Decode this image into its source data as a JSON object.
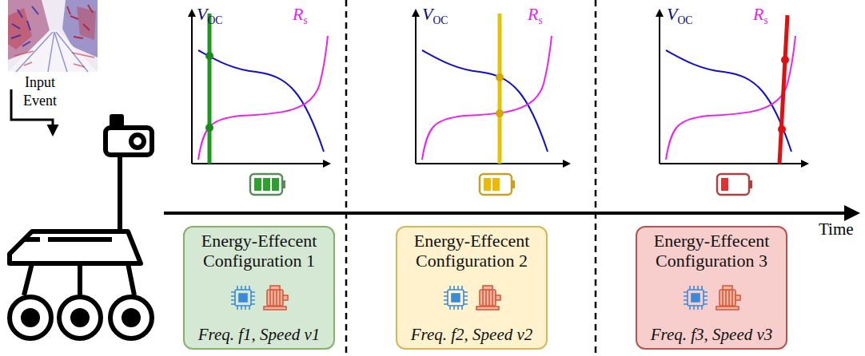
{
  "diagram": {
    "nodes": [
      {
        "text": [
          "Energy-Effecent Configuration 1",
          "Freq. f1, Speed v1"
        ]
      },
      {
        "text": [
          "Energy-Effecent Configuration 2",
          "Freq. f2, Speed v2"
        ]
      },
      {
        "text": [
          "Energy-Effecent Configuration 3",
          "Freq. f3, Speed v3"
        ]
      }
    ],
    "labels": [
      "Input Event",
      "VOC",
      "Rs",
      "VOC",
      "Rs",
      "VOC",
      "Rs",
      "Time"
    ]
  }
}
